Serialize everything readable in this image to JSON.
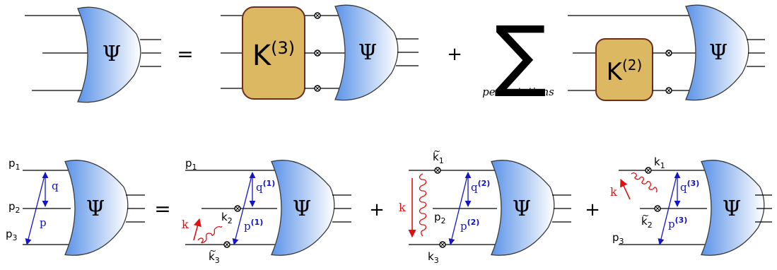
{
  "equation_top": {
    "lhs_psi": "Ψ",
    "equals": "=",
    "kernel3": {
      "base": "K",
      "sup": "(3)"
    },
    "psi2": "Ψ",
    "plus": "+",
    "sum_symbol": "∑",
    "sum_caption": "permutations",
    "kernel2": {
      "base": "K",
      "sup": "(2)"
    },
    "psi3": "Ψ"
  },
  "equation_bottom": {
    "lhs": {
      "p1": "p",
      "p1_sub": "1",
      "p2": "p",
      "p2_sub": "2",
      "p3": "p",
      "p3_sub": "3",
      "q": "q",
      "p": "p",
      "psi": "Ψ"
    },
    "equals": "=",
    "term1": {
      "p1": "p",
      "p1_sub": "1",
      "k2": "k",
      "k2_sub": "2",
      "k3": "k",
      "k3_sub": "3",
      "k": "k",
      "q": "q",
      "q_sup": "(1)",
      "p": "p",
      "p_sup": "(1)",
      "psi": "Ψ"
    },
    "plus1": "+",
    "term2": {
      "k1": "k",
      "k1_sub": "1",
      "p2": "p",
      "p2_sub": "2",
      "k3": "k",
      "k3_sub": "3",
      "k": "k",
      "q": "q",
      "q_sup": "(2)",
      "p": "p",
      "p_sup": "(2)",
      "psi": "Ψ"
    },
    "plus2": "+",
    "term3": {
      "k1": "k",
      "k1_sub": "1",
      "k2": "k",
      "k2_sub": "2",
      "p3": "p",
      "p3_sub": "3",
      "k": "k",
      "q": "q",
      "q_sup": "(3)",
      "p": "p",
      "p_sup": "(3)",
      "psi": "Ψ"
    }
  },
  "colors": {
    "blob_dark": "#5b93e8",
    "blob_light": "#ffffff",
    "kernel_fill": "#dcb862",
    "kernel_border": "#6b2d1f",
    "momentum_blue": "#1414c8",
    "gluon_red": "#e01010"
  },
  "icons": [
    "wavefunction-blob",
    "kernel-box",
    "cut-vertex",
    "gluon-coil",
    "momentum-arrow"
  ]
}
